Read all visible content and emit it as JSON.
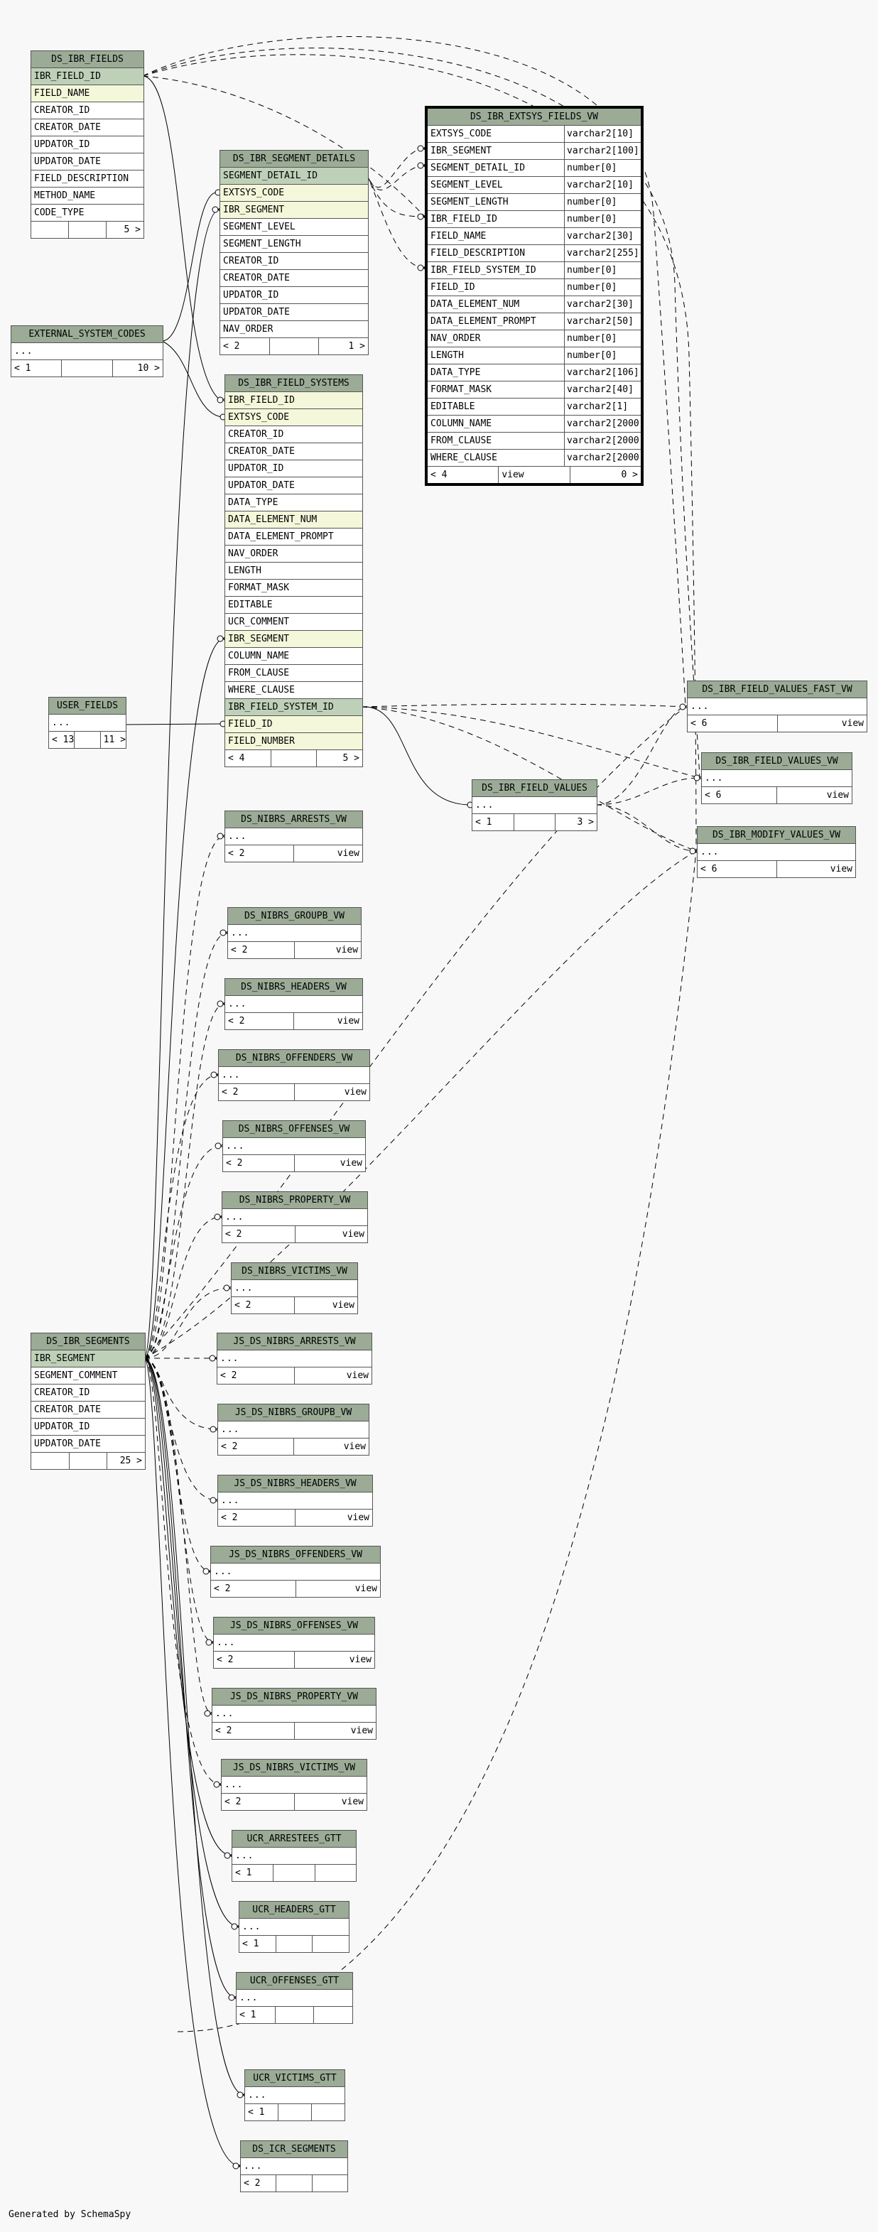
{
  "tables": {
    "ds_ibr_fields": {
      "name": "DS_IBR_FIELDS",
      "columns": [
        "IBR_FIELD_ID",
        "FIELD_NAME",
        "CREATOR_ID",
        "CREATOR_DATE",
        "UPDATOR_ID",
        "UPDATOR_DATE",
        "FIELD_DESCRIPTION",
        "METHOD_NAME",
        "CODE_TYPE"
      ],
      "foot": [
        "",
        "",
        "5 >"
      ]
    },
    "ds_ibr_segment_details": {
      "name": "DS_IBR_SEGMENT_DETAILS",
      "columns": [
        "SEGMENT_DETAIL_ID",
        "EXTSYS_CODE",
        "IBR_SEGMENT",
        "SEGMENT_LEVEL",
        "SEGMENT_LENGTH",
        "CREATOR_ID",
        "CREATOR_DATE",
        "UPDATOR_ID",
        "UPDATOR_DATE",
        "NAV_ORDER"
      ],
      "foot": [
        "< 2",
        "",
        "1 >"
      ]
    },
    "external_system_codes": {
      "name": "EXTERNAL_SYSTEM_CODES",
      "columns": [
        "..."
      ],
      "foot": [
        "< 1",
        "",
        "10 >"
      ]
    },
    "ds_ibr_field_systems": {
      "name": "DS_IBR_FIELD_SYSTEMS",
      "columns": [
        "IBR_FIELD_ID",
        "EXTSYS_CODE",
        "CREATOR_ID",
        "CREATOR_DATE",
        "UPDATOR_ID",
        "UPDATOR_DATE",
        "DATA_TYPE",
        "DATA_ELEMENT_NUM",
        "DATA_ELEMENT_PROMPT",
        "NAV_ORDER",
        "LENGTH",
        "FORMAT_MASK",
        "EDITABLE",
        "UCR_COMMENT",
        "IBR_SEGMENT",
        "COLUMN_NAME",
        "FROM_CLAUSE",
        "WHERE_CLAUSE",
        "IBR_FIELD_SYSTEM_ID",
        "FIELD_ID",
        "FIELD_NUMBER"
      ],
      "foot": [
        "< 4",
        "",
        "5 >"
      ]
    },
    "user_fields": {
      "name": "USER_FIELDS",
      "columns": [
        "..."
      ],
      "foot": [
        "< 13",
        "",
        "11 >"
      ]
    },
    "ds_ibr_extsys_fields_vw": {
      "name": "DS_IBR_EXTSYS_FIELDS_VW",
      "columns": [
        [
          "EXTSYS_CODE",
          "varchar2[10]"
        ],
        [
          "IBR_SEGMENT",
          "varchar2[100]"
        ],
        [
          "SEGMENT_DETAIL_ID",
          "number[0]"
        ],
        [
          "SEGMENT_LEVEL",
          "varchar2[10]"
        ],
        [
          "SEGMENT_LENGTH",
          "number[0]"
        ],
        [
          "IBR_FIELD_ID",
          "number[0]"
        ],
        [
          "FIELD_NAME",
          "varchar2[30]"
        ],
        [
          "FIELD_DESCRIPTION",
          "varchar2[255]"
        ],
        [
          "IBR_FIELD_SYSTEM_ID",
          "number[0]"
        ],
        [
          "FIELD_ID",
          "number[0]"
        ],
        [
          "DATA_ELEMENT_NUM",
          "varchar2[30]"
        ],
        [
          "DATA_ELEMENT_PROMPT",
          "varchar2[50]"
        ],
        [
          "NAV_ORDER",
          "number[0]"
        ],
        [
          "LENGTH",
          "number[0]"
        ],
        [
          "DATA_TYPE",
          "varchar2[106]"
        ],
        [
          "FORMAT_MASK",
          "varchar2[40]"
        ],
        [
          "EDITABLE",
          "varchar2[1]"
        ],
        [
          "COLUMN_NAME",
          "varchar2[2000]"
        ],
        [
          "FROM_CLAUSE",
          "varchar2[2000]"
        ],
        [
          "WHERE_CLAUSE",
          "varchar2[2000]"
        ]
      ],
      "foot": [
        "< 4",
        "view",
        "0 >"
      ]
    },
    "ds_ibr_field_values": {
      "name": "DS_IBR_FIELD_VALUES",
      "columns": [
        "..."
      ],
      "foot": [
        "< 1",
        "",
        "3 >"
      ]
    },
    "ds_ibr_field_values_fast_vw": {
      "name": "DS_IBR_FIELD_VALUES_FAST_VW",
      "columns": [
        "..."
      ],
      "foot": [
        "< 6",
        "view"
      ]
    },
    "ds_ibr_field_values_vw": {
      "name": "DS_IBR_FIELD_VALUES_VW",
      "columns": [
        "..."
      ],
      "foot": [
        "< 6",
        "view"
      ]
    },
    "ds_ibr_modify_values_vw": {
      "name": "DS_IBR_MODIFY_VALUES_VW",
      "columns": [
        "..."
      ],
      "foot": [
        "< 6",
        "view"
      ]
    },
    "ds_nibrs_arrests_vw": {
      "name": "DS_NIBRS_ARRESTS_VW",
      "columns": [
        "..."
      ],
      "foot": [
        "< 2",
        "view"
      ]
    },
    "ds_nibrs_groupb_vw": {
      "name": "DS_NIBRS_GROUPB_VW",
      "columns": [
        "..."
      ],
      "foot": [
        "< 2",
        "view"
      ]
    },
    "ds_nibrs_headers_vw": {
      "name": "DS_NIBRS_HEADERS_VW",
      "columns": [
        "..."
      ],
      "foot": [
        "< 2",
        "view"
      ]
    },
    "ds_nibrs_offenders_vw": {
      "name": "DS_NIBRS_OFFENDERS_VW",
      "columns": [
        "..."
      ],
      "foot": [
        "< 2",
        "view"
      ]
    },
    "ds_nibrs_offenses_vw": {
      "name": "DS_NIBRS_OFFENSES_VW",
      "columns": [
        "..."
      ],
      "foot": [
        "< 2",
        "view"
      ]
    },
    "ds_nibrs_property_vw": {
      "name": "DS_NIBRS_PROPERTY_VW",
      "columns": [
        "..."
      ],
      "foot": [
        "< 2",
        "view"
      ]
    },
    "ds_nibrs_victims_vw": {
      "name": "DS_NIBRS_VICTIMS_VW",
      "columns": [
        "..."
      ],
      "foot": [
        "< 2",
        "view"
      ]
    },
    "ds_ibr_segments": {
      "name": "DS_IBR_SEGMENTS",
      "columns": [
        "IBR_SEGMENT",
        "SEGMENT_COMMENT",
        "CREATOR_ID",
        "CREATOR_DATE",
        "UPDATOR_ID",
        "UPDATOR_DATE"
      ],
      "foot": [
        "",
        "",
        "25 >"
      ]
    },
    "js_ds_nibrs_arrests_vw": {
      "name": "JS_DS_NIBRS_ARRESTS_VW",
      "columns": [
        "..."
      ],
      "foot": [
        "< 2",
        "view"
      ]
    },
    "js_ds_nibrs_groupb_vw": {
      "name": "JS_DS_NIBRS_GROUPB_VW",
      "columns": [
        "..."
      ],
      "foot": [
        "< 2",
        "view"
      ]
    },
    "js_ds_nibrs_headers_vw": {
      "name": "JS_DS_NIBRS_HEADERS_VW",
      "columns": [
        "..."
      ],
      "foot": [
        "< 2",
        "view"
      ]
    },
    "js_ds_nibrs_offenders_vw": {
      "name": "JS_DS_NIBRS_OFFENDERS_VW",
      "columns": [
        "..."
      ],
      "foot": [
        "< 2",
        "view"
      ]
    },
    "js_ds_nibrs_offenses_vw": {
      "name": "JS_DS_NIBRS_OFFENSES_VW",
      "columns": [
        "..."
      ],
      "foot": [
        "< 2",
        "view"
      ]
    },
    "js_ds_nibrs_property_vw": {
      "name": "JS_DS_NIBRS_PROPERTY_VW",
      "columns": [
        "..."
      ],
      "foot": [
        "< 2",
        "view"
      ]
    },
    "js_ds_nibrs_victims_vw": {
      "name": "JS_DS_NIBRS_VICTIMS_VW",
      "columns": [
        "..."
      ],
      "foot": [
        "< 2",
        "view"
      ]
    },
    "ucr_arrestees_gtt": {
      "name": "UCR_ARRESTEES_GTT",
      "columns": [
        "..."
      ],
      "foot": [
        "< 1",
        "",
        ""
      ]
    },
    "ucr_headers_gtt": {
      "name": "UCR_HEADERS_GTT",
      "columns": [
        "..."
      ],
      "foot": [
        "< 1",
        "",
        ""
      ]
    },
    "ucr_offenses_gtt": {
      "name": "UCR_OFFENSES_GTT",
      "columns": [
        "..."
      ],
      "foot": [
        "< 1",
        "",
        ""
      ]
    },
    "ucr_victims_gtt": {
      "name": "UCR_VICTIMS_GTT",
      "columns": [
        "..."
      ],
      "foot": [
        "< 1",
        "",
        ""
      ]
    },
    "ds_icr_segments": {
      "name": "DS_ICR_SEGMENTS",
      "columns": [
        "..."
      ],
      "foot": [
        "< 2",
        "",
        ""
      ]
    }
  },
  "footer": {
    "generated_by": "Generated by SchemaSpy"
  },
  "colors": {
    "header": "#9bab96",
    "primary_key": "#bed1b8",
    "foreign_key": "#f4f7da",
    "background": "#f8f8f8"
  }
}
